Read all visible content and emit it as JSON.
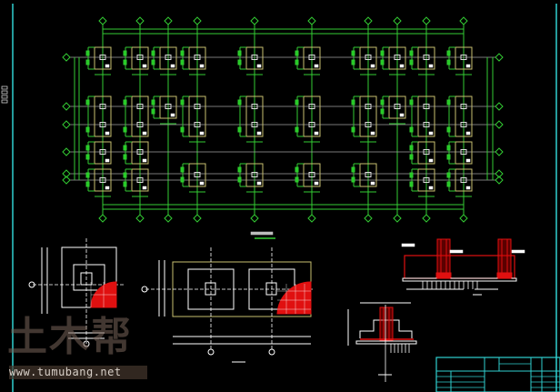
{
  "drawing": {
    "type": "foundation-plan-cad",
    "colors": {
      "background": "#000000",
      "grid": "#33cc33",
      "axis": "#a0a0a0",
      "footing": "#c8c070",
      "detail": "#ffffff",
      "rebar": "#e01010",
      "frame": "#30d0d0"
    }
  },
  "watermark": {
    "logo_text": "土木帮",
    "url": "www.tumubang.net"
  }
}
